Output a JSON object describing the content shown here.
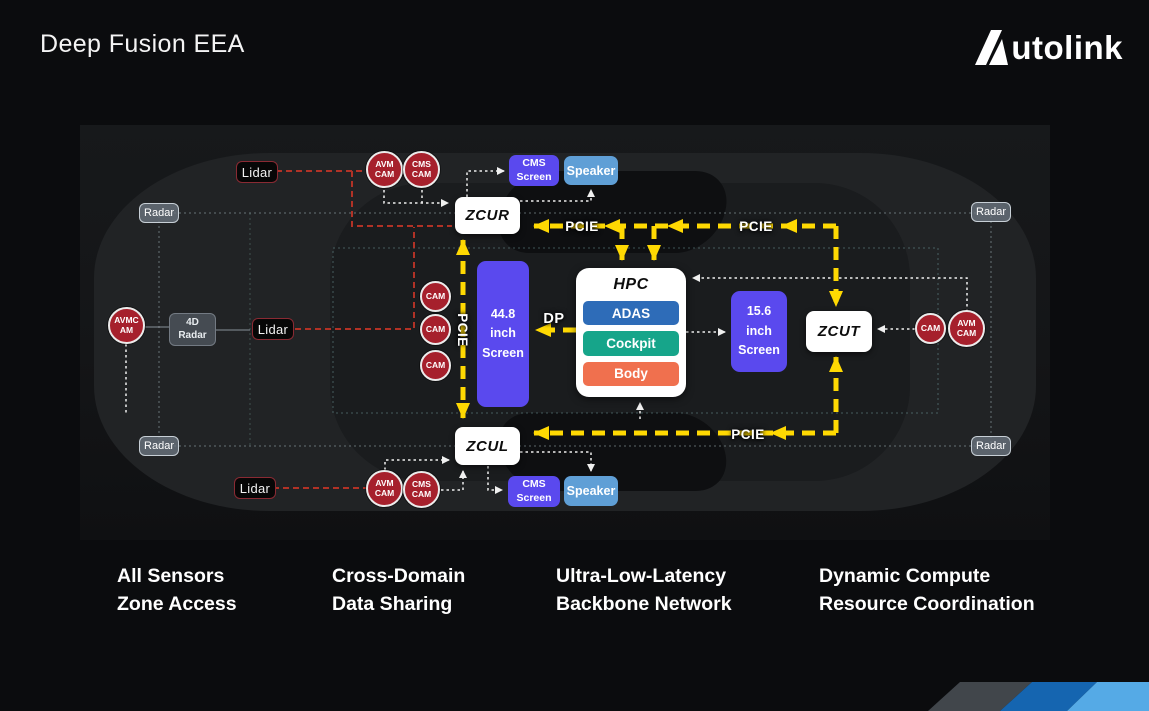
{
  "header": {
    "title": "Deep Fusion EEA",
    "brand": "utolink",
    "brand_mark": "A"
  },
  "colors": {
    "background": "#0b0c0e",
    "pcie_yellow": "#ffd902",
    "zone_box_white": "#ffffff",
    "screen_purple": "#5a49ee",
    "speaker_blue": "#5f9fd6",
    "camera_red": "#a6202c",
    "adas_blue": "#2e6cb8",
    "cockpit_teal": "#16a58a",
    "body_orange": "#f0704e",
    "lidar_link_red": "#b13226",
    "stripe_gray": "#41464b",
    "stripe_blue": "#1565b0",
    "stripe_lightblue": "#55aae6"
  },
  "labels": {
    "zcur": "ZCUR",
    "zcul": "ZCUL",
    "zcut": "ZCUT",
    "hpc": "HPC",
    "adas": "ADAS",
    "cockpit": "Cockpit",
    "body": "Body",
    "screen_left": "44.8\ninch\nScreen",
    "screen_right": "15.6\ninch\nScreen",
    "cms_screen": "CMS\nScreen",
    "speaker": "Speaker",
    "lidar": "Lidar",
    "radar": "Radar",
    "radar_4d": "4D\nRadar",
    "cam": "CAM",
    "avm_cam": "AVM\nCAM",
    "cms_cam": "CMS\nCAM",
    "avmc_am": "AVMC\nAM",
    "pcie": "PCIE",
    "dp": "DP"
  },
  "footer": {
    "items": [
      {
        "line1": "All Sensors",
        "line2": "Zone Access"
      },
      {
        "line1": "Cross-Domain",
        "line2": "Data Sharing"
      },
      {
        "line1": "Ultra-Low-Latency",
        "line2": "Backbone Network"
      },
      {
        "line1": "Dynamic Compute",
        "line2": "Resource Coordination"
      }
    ]
  }
}
